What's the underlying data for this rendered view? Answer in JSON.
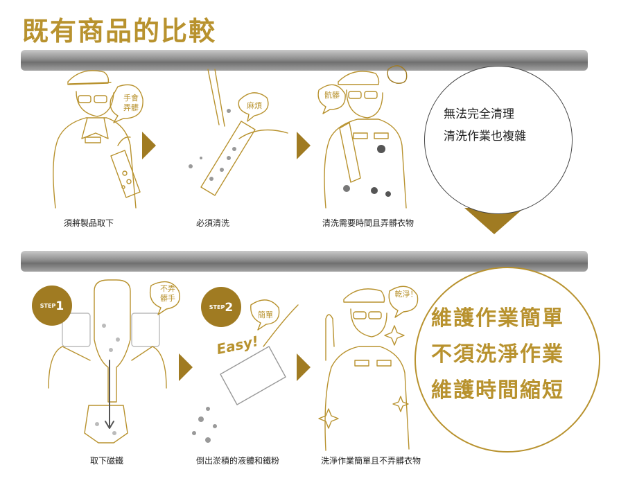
{
  "title": "既有商品的比較",
  "top": {
    "bubbles": {
      "b1": "手會\n弄髒",
      "b2": "麻煩",
      "b3": "骯髒"
    },
    "captions": {
      "c1": "須將製品取下",
      "c2": "必須清洗",
      "c3": "清洗需要時間且弄髒衣物"
    },
    "circle": {
      "line1": "無法完全清理",
      "line2": "清洗作業也複雜"
    }
  },
  "bottom": {
    "step1": {
      "label": "STEP",
      "num": "1"
    },
    "step2": {
      "label": "STEP",
      "num": "2"
    },
    "bubbles": {
      "b1": "不弄\n髒手",
      "b2": "簡單",
      "b3": "乾淨！"
    },
    "easy": "Easy!",
    "captions": {
      "c1": "取下磁鐵",
      "c2": "倒出淤積的液體和鐵粉",
      "c3": "洗淨作業簡單且不弄髒衣物"
    },
    "circle": {
      "line1": "維護作業簡單",
      "line2": "不須洗淨作業",
      "line3": "維護時間縮短"
    }
  },
  "colors": {
    "gold": "#b8922e",
    "dark_gold": "#a07b22",
    "arrow": "#9c7a1c"
  }
}
